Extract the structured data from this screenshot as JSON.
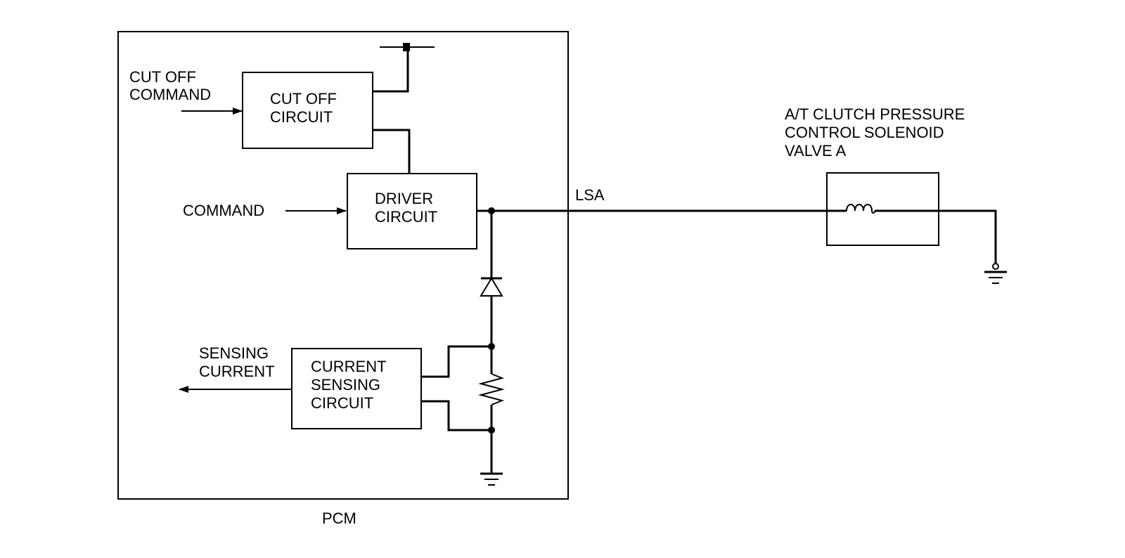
{
  "pcm": {
    "label": "PCM"
  },
  "inputs": {
    "cut_off_command": [
      "CUT OFF",
      "COMMAND"
    ],
    "command": "COMMAND",
    "sensing_current": [
      "SENSING",
      "CURRENT"
    ]
  },
  "blocks": {
    "cut_off_circuit": [
      "CUT OFF",
      "CIRCUIT"
    ],
    "driver_circuit": [
      "DRIVER",
      "CIRCUIT"
    ],
    "current_sensing_circuit": [
      "CURRENT",
      "SENSING",
      "CIRCUIT"
    ]
  },
  "wire": {
    "lsa": "LSA"
  },
  "solenoid": {
    "title": [
      "A/T CLUTCH PRESSURE",
      "CONTROL SOLENOID",
      "VALVE A"
    ]
  }
}
